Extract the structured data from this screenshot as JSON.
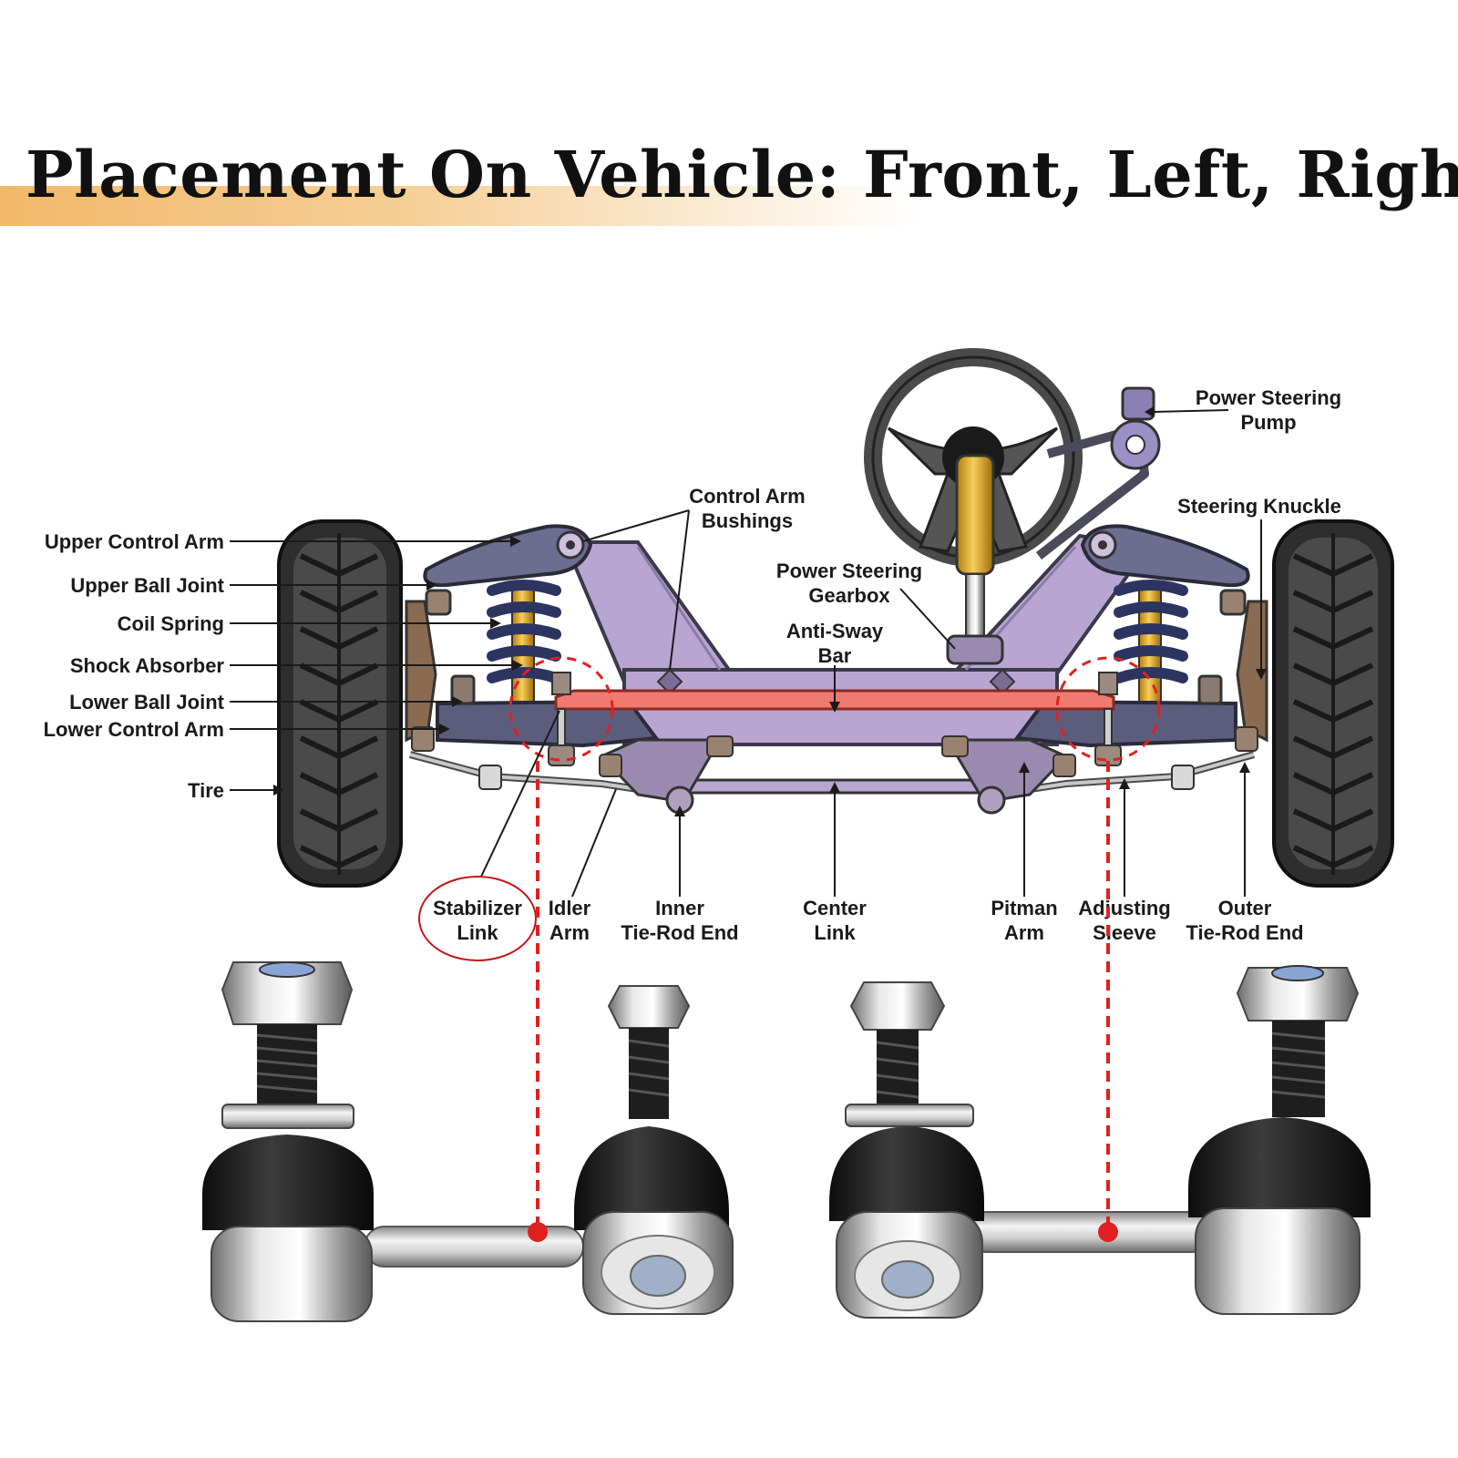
{
  "title": "Placement On Vehicle: Front, Left, Right",
  "labels": {
    "upper_control_arm": "Upper Control Arm",
    "upper_ball_joint": "Upper Ball Joint",
    "coil_spring": "Coil Spring",
    "shock_absorber": "Shock Absorber",
    "lower_ball_joint": "Lower Ball Joint",
    "lower_control_arm": "Lower Control Arm",
    "tire": "Tire",
    "control_arm_bushings": [
      "Control Arm",
      "Bushings"
    ],
    "power_steering_gearbox": [
      "Power Steering",
      "Gearbox"
    ],
    "anti_sway_bar": [
      "Anti-Sway",
      "Bar"
    ],
    "power_steering_pump": [
      "Power Steering",
      "Pump"
    ],
    "steering_knuckle": "Steering Knuckle",
    "stabilizer_link": [
      "Stabilizer",
      "Link"
    ],
    "idler_arm": [
      "Idler",
      "Arm"
    ],
    "inner_tie_rod_end": [
      "Inner",
      "Tie-Rod End"
    ],
    "center_link": [
      "Center",
      "Link"
    ],
    "pitman_arm": [
      "Pitman",
      "Arm"
    ],
    "adjusting_sleeve": [
      "Adjusting",
      "Sleeve"
    ],
    "outer_tie_rod_end": [
      "Outer",
      "Tie-Rod End"
    ]
  },
  "colors": {
    "frame": "#b9a5d2",
    "control_arm": "#6c6d8f",
    "anti_sway_bar": "#f07a70",
    "highlight_red": "#e02020",
    "spring": "#2c3560",
    "shock": "#f0b028",
    "tire": "#3a3a3a"
  }
}
